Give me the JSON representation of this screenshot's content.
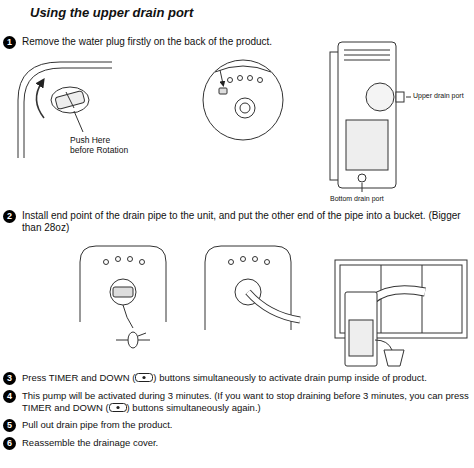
{
  "diagram": {
    "title": "Using the upper drain port",
    "nodes": [
      {
        "text": [
          "1"
        ]
      },
      {
        "text": [
          "2"
        ]
      },
      {
        "text": [
          "3"
        ]
      },
      {
        "text": [
          "4"
        ]
      },
      {
        "text": [
          "5"
        ]
      },
      {
        "text": [
          "6"
        ]
      }
    ],
    "edges": [],
    "labels": [
      "Remove the water plug firstly on the back of the product.",
      "Push Here before Rotation",
      "Upper drain port",
      "Bottom drain port",
      "Install end point of the drain pipe to the unit, and put the other end of the pipe into a bucket. (Bigger than 28oz)",
      "Press TIMER and DOWN (",
      ") buttons simultaneously to activate drain pump inside of product.",
      "This pump will be activated during 3 minutes. (If you want to stop draining before 3 minutes, you can press TIMER and DOWN (",
      ") buttons simultaneously again.)",
      "Pull out drain pipe from the product.",
      "Reassemble the drainage cover."
    ]
  }
}
